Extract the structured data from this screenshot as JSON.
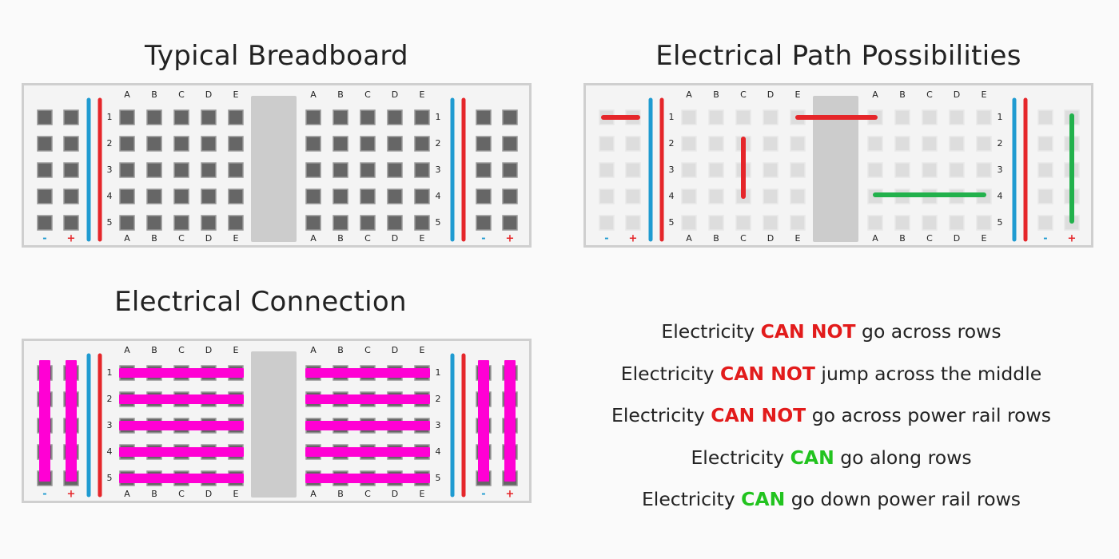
{
  "titles": {
    "typical": "Typical Breadboard",
    "paths": "Electrical Path Possibilities",
    "connection": "Electrical Connection"
  },
  "board": {
    "col_labels": [
      "A",
      "B",
      "C",
      "D",
      "E"
    ],
    "row_labels": [
      "1",
      "2",
      "3",
      "4",
      "5"
    ],
    "rail_minus": "-",
    "rail_plus": "+"
  },
  "colors": {
    "hole_dark": "#666666",
    "hole_light": "#dddddd",
    "rail_blue": "#1f9bd1",
    "rail_red": "#e5262a",
    "connection_magenta": "#ff00d4",
    "path_invalid": "#e5262a",
    "path_valid": "#22b14c",
    "divider": "#cccccc"
  },
  "statements": [
    {
      "pre": "Electricity ",
      "kw": "CAN NOT",
      "kind": "neg",
      "post": " go across rows"
    },
    {
      "pre": "Electricity ",
      "kw": "CAN NOT",
      "kind": "neg",
      "post": " jump across the middle"
    },
    {
      "pre": "Electricity ",
      "kw": "CAN NOT",
      "kind": "neg",
      "post": " go across power rail rows"
    },
    {
      "pre": "Electricity ",
      "kw": "CAN",
      "kind": "pos",
      "post": " go along rows"
    },
    {
      "pre": "Electricity ",
      "kw": "CAN",
      "kind": "pos",
      "post": " go down power rail rows"
    }
  ]
}
